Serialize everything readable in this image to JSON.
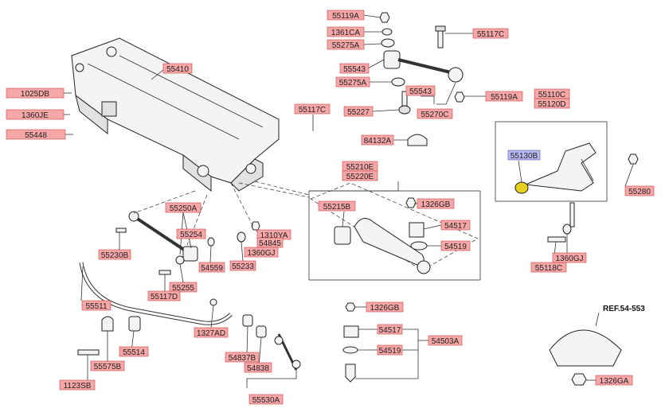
{
  "labels": [
    {
      "id": "p55119A_top",
      "text": "55119A"
    },
    {
      "id": "p1361CA",
      "text": "1361CA"
    },
    {
      "id": "p55275A_a",
      "text": "55275A"
    },
    {
      "id": "p55117C_top",
      "text": "55117C"
    },
    {
      "id": "p55543_a",
      "text": "55543"
    },
    {
      "id": "p55275A_b",
      "text": "55275A"
    },
    {
      "id": "p55543_b",
      "text": "55543"
    },
    {
      "id": "p55119A_b",
      "text": "55119A"
    },
    {
      "id": "p55227",
      "text": "55227"
    },
    {
      "id": "p55270C",
      "text": "55270C"
    },
    {
      "id": "p55110C",
      "text": "55110C"
    },
    {
      "id": "p55120D",
      "text": "55120D"
    },
    {
      "id": "p55410",
      "text": "55410"
    },
    {
      "id": "p1025DB",
      "text": "1025DB"
    },
    {
      "id": "p1360JE",
      "text": "1360JE"
    },
    {
      "id": "p55448",
      "text": "55448"
    },
    {
      "id": "p55117C_mid",
      "text": "55117C"
    },
    {
      "id": "p84132A",
      "text": "84132A"
    },
    {
      "id": "p55130B",
      "text": "55130B"
    },
    {
      "id": "p55280",
      "text": "55280"
    },
    {
      "id": "p55210E",
      "text": "55210E"
    },
    {
      "id": "p55220E",
      "text": "55220E"
    },
    {
      "id": "p1326GB_a",
      "text": "1326GB"
    },
    {
      "id": "p55215B",
      "text": "55215B"
    },
    {
      "id": "p54517_a",
      "text": "54517"
    },
    {
      "id": "p54519_a",
      "text": "54519"
    },
    {
      "id": "p55250A",
      "text": "55250A"
    },
    {
      "id": "p55254",
      "text": "55254"
    },
    {
      "id": "p55230B",
      "text": "55230B"
    },
    {
      "id": "p54559",
      "text": "54559"
    },
    {
      "id": "p55233",
      "text": "55233"
    },
    {
      "id": "p1310YA",
      "text": "1310YA"
    },
    {
      "id": "p54845",
      "text": "54845"
    },
    {
      "id": "p1360GJ_a",
      "text": "1360GJ"
    },
    {
      "id": "p55255",
      "text": "55255"
    },
    {
      "id": "p55117D",
      "text": "55117D"
    },
    {
      "id": "p55118C",
      "text": "55118C"
    },
    {
      "id": "p1360GJ_b",
      "text": "1360GJ"
    },
    {
      "id": "p55511",
      "text": "55511"
    },
    {
      "id": "p1327AD",
      "text": "1327AD"
    },
    {
      "id": "p1326GB_b",
      "text": "1326GB"
    },
    {
      "id": "p54517_b",
      "text": "54517"
    },
    {
      "id": "p54519_b",
      "text": "54519"
    },
    {
      "id": "p54503A",
      "text": "54503A"
    },
    {
      "id": "p55514",
      "text": "55514"
    },
    {
      "id": "p55575B",
      "text": "55575B"
    },
    {
      "id": "p1123SB",
      "text": "1123SB"
    },
    {
      "id": "p54837B",
      "text": "54837B"
    },
    {
      "id": "p54838",
      "text": "54838"
    },
    {
      "id": "p55530A",
      "text": "55530A"
    },
    {
      "id": "p1326GA",
      "text": "1326GA"
    }
  ],
  "ref_note": "REF.54-553",
  "colors": {
    "label_fill": "#f6a7a7",
    "label_highlight": "#b9b9f2",
    "line": "#333333"
  },
  "highlighted": "55130B"
}
